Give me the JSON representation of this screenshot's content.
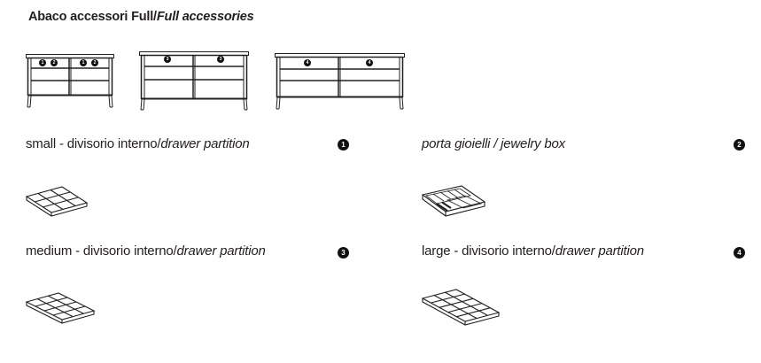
{
  "header": {
    "title_regular": "Abaco accessori Full/",
    "title_italic": "Full accessories"
  },
  "cabinets": [
    {
      "name": "cabinet-small",
      "badges": [
        "1",
        "2",
        "1",
        "2"
      ]
    },
    {
      "name": "cabinet-medium",
      "badges": [
        "3",
        "3"
      ]
    },
    {
      "name": "cabinet-large",
      "badges": [
        "4",
        "4"
      ]
    }
  ],
  "accessories": [
    {
      "id": "1",
      "label_regular": "small - divisorio interno/",
      "label_italic": "drawer partition",
      "icon": "tray-3x3-icon"
    },
    {
      "id": "2",
      "label_regular": "",
      "label_italic": "porta gioielli / jewelry box",
      "icon": "jewelry-box-icon"
    },
    {
      "id": "3",
      "label_regular": "medium - divisorio interno/",
      "label_italic": "drawer partition",
      "icon": "tray-3x4-icon"
    },
    {
      "id": "4",
      "label_regular": "large - divisorio interno/",
      "label_italic": "drawer partition",
      "icon": "tray-3x5-icon"
    }
  ]
}
